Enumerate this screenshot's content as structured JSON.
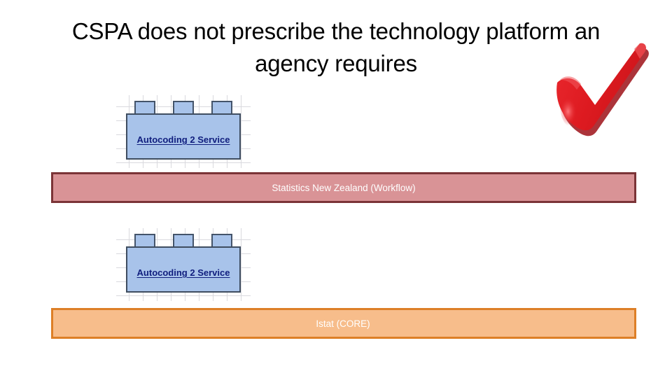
{
  "slide": {
    "title": "CSPA does not prescribe the technology platform an agency requires",
    "background_color": "#ffffff"
  },
  "checkmark": {
    "icon": "red-check-mark-icon",
    "color": "#e01c23",
    "highlight_color": "#f4585c",
    "shadow_color": "#a8121a"
  },
  "diagram": {
    "stacks": [
      {
        "service": {
          "label": "Autocoding 2 Service",
          "icon": "lego-brick-icon",
          "fill_color": "#a8c3ea",
          "border_color": "#3f4d60",
          "text_color": "#101e7e",
          "stud_count": 3
        },
        "platform": {
          "label": "Statistics New Zealand (Workflow)",
          "fill_color": "#d99396",
          "border_color": "#7b3437",
          "text_color": "#ffffff"
        }
      },
      {
        "service": {
          "label": "Autocoding 2 Service",
          "icon": "lego-brick-icon",
          "fill_color": "#a8c3ea",
          "border_color": "#3f4d60",
          "text_color": "#101e7e",
          "stud_count": 3
        },
        "platform": {
          "label": "Istat (CORE)",
          "fill_color": "#f7bd8b",
          "border_color": "#dd7f27",
          "text_color": "#ffffff"
        }
      }
    ]
  }
}
